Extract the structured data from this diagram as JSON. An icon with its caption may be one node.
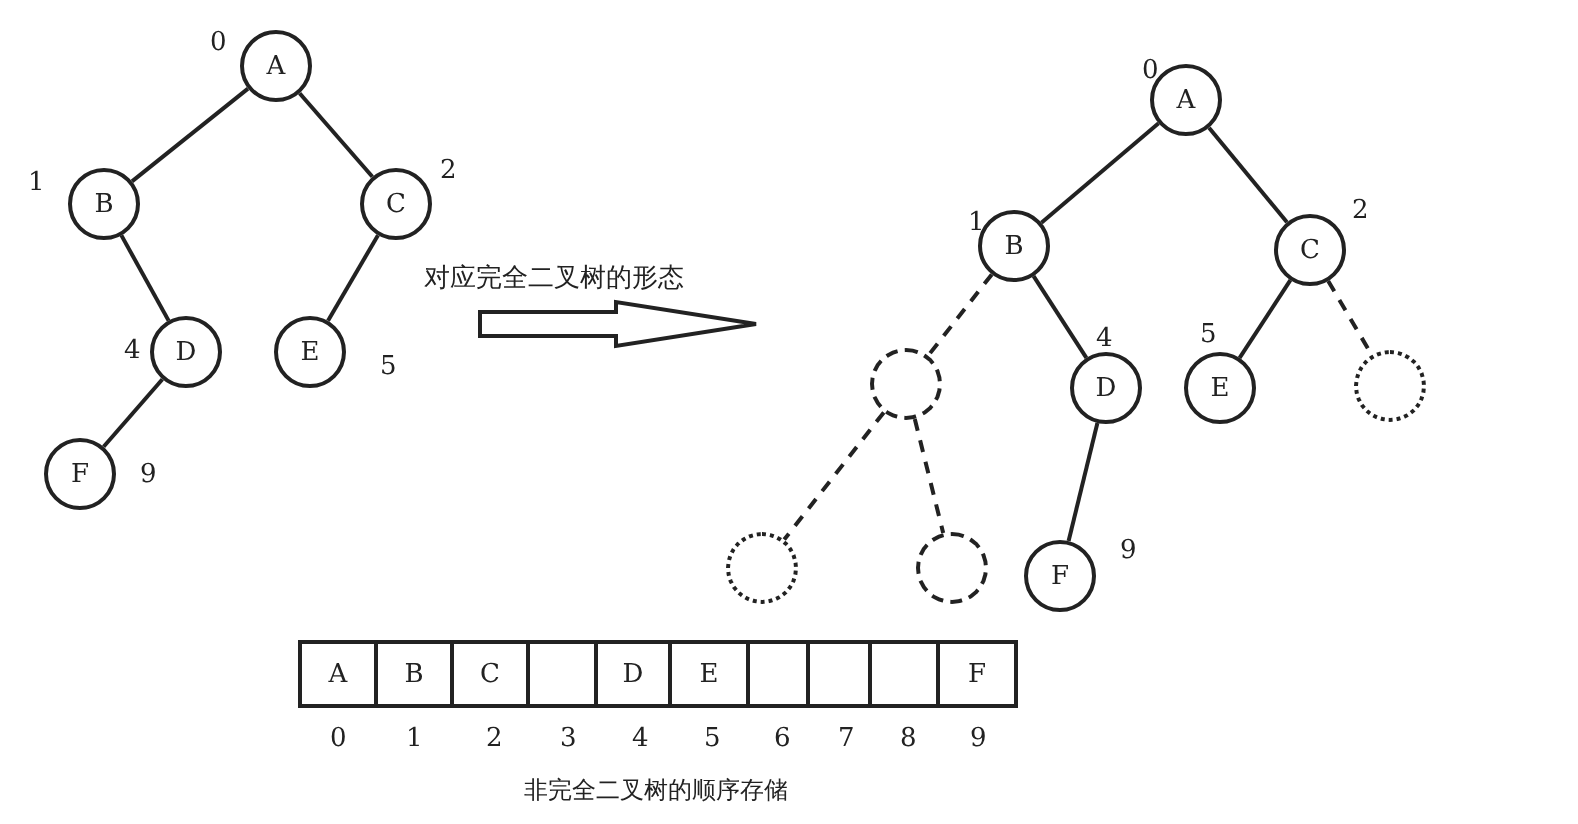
{
  "diagram": {
    "caption": "非完全二叉树的顺序存储",
    "nodes": [
      {
        "text": [
          "A"
        ],
        "beside": [
          "0"
        ]
      },
      {
        "text": [
          "B"
        ],
        "beside": [
          "1"
        ]
      },
      {
        "text": [
          "C"
        ],
        "beside": [
          "2"
        ]
      },
      {
        "text": [
          "D"
        ],
        "beside": [
          "4"
        ]
      },
      {
        "text": [
          "E"
        ],
        "beside": [
          "5"
        ]
      },
      {
        "text": [
          "F"
        ],
        "beside": [
          "9"
        ]
      },
      {
        "text": [
          "A"
        ],
        "beside": [
          "0"
        ]
      },
      {
        "text": [
          "B"
        ],
        "beside": [
          "1"
        ]
      },
      {
        "text": [
          "C"
        ],
        "beside": [
          "2"
        ]
      },
      {
        "text": [],
        "shape": "circle"
      },
      {
        "text": [
          "D"
        ],
        "beside": [
          "4"
        ]
      },
      {
        "text": [
          "E"
        ],
        "beside": [
          "5"
        ]
      },
      {
        "text": [],
        "shape": "circle"
      },
      {
        "text": [],
        "shape": "circle"
      },
      {
        "text": [],
        "shape": "circle"
      },
      {
        "text": [
          "F"
        ],
        "beside": [
          "9"
        ]
      }
    ],
    "edges": [
      {
        "from": 0,
        "to": 1,
        "arrow": "none"
      },
      {
        "from": 0,
        "to": 2,
        "arrow": "none"
      },
      {
        "from": 1,
        "to": 3,
        "arrow": "none"
      },
      {
        "from": 2,
        "to": 4,
        "arrow": "none"
      },
      {
        "from": 3,
        "to": 5,
        "arrow": "none"
      },
      {
        "from": 6,
        "to": 7,
        "arrow": "none"
      },
      {
        "from": 6,
        "to": 8,
        "arrow": "none"
      },
      {
        "from": 7,
        "to": 9,
        "arrow": "none",
        "style": "dashed"
      },
      {
        "from": 7,
        "to": 10,
        "arrow": "none"
      },
      {
        "from": 8,
        "to": 11,
        "arrow": "none"
      },
      {
        "from": 8,
        "to": 12,
        "arrow": "none",
        "style": "dashed"
      },
      {
        "from": 9,
        "to": 13,
        "arrow": "none",
        "style": "dashed"
      },
      {
        "from": 9,
        "to": 14,
        "arrow": "none",
        "style": "dashed"
      },
      {
        "from": 10,
        "to": 15,
        "arrow": "none"
      }
    ],
    "labels": [
      "对应完全二叉树的形态",
      "A",
      "B",
      "C",
      "D",
      "E",
      "F",
      "0",
      "1",
      "2",
      "3",
      "4",
      "5",
      "6",
      "7",
      "8",
      "9"
    ]
  }
}
